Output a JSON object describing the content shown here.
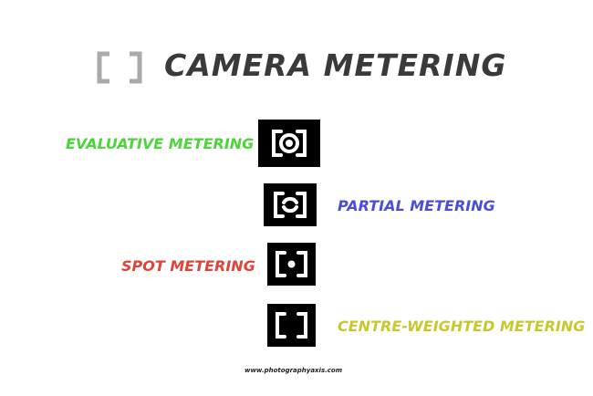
{
  "header": {
    "title": "CAMERA  METERING",
    "logo_icon": "frame-brackets-icon"
  },
  "colors": {
    "evaluative": "#4cd43a",
    "partial": "#4a4ed6",
    "spot": "#e04438",
    "centre": "#c8c82e",
    "title": "#3a3a3a"
  },
  "modes": [
    {
      "label": "EVALUATIVE METERING",
      "icon": "evaluative-metering-icon"
    },
    {
      "label": "PARTIAL METERING",
      "icon": "partial-metering-icon"
    },
    {
      "label": "SPOT METERING",
      "icon": "spot-metering-icon"
    },
    {
      "label": "CENTRE-WEIGHTED METERING",
      "icon": "centre-weighted-metering-icon"
    }
  ],
  "footer": {
    "credit": "www.photographyaxis.com"
  }
}
